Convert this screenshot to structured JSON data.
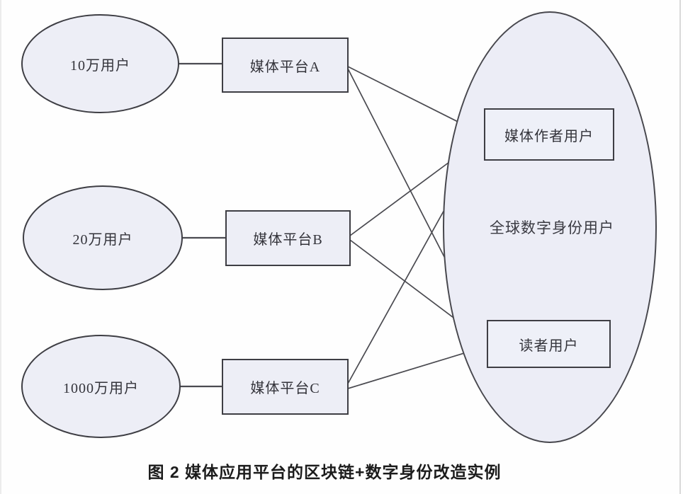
{
  "figure": {
    "caption": "图 2  媒体应用平台的区块链+数字身份改造实例"
  },
  "colors": {
    "shape_fill": "#ecedf6",
    "shape_border": "#3e3e44",
    "connector_line": "#4a4a50",
    "text": "#33333a",
    "background": "#fefefe"
  },
  "nodes": {
    "user_groups": [
      {
        "id": "users-a",
        "label": "10万用户"
      },
      {
        "id": "users-b",
        "label": "20万用户"
      },
      {
        "id": "users-c",
        "label": "1000万用户"
      }
    ],
    "platforms": [
      {
        "id": "platform-a",
        "label": "媒体平台A"
      },
      {
        "id": "platform-b",
        "label": "媒体平台B"
      },
      {
        "id": "platform-c",
        "label": "媒体平台C"
      }
    ],
    "identity_pool": {
      "label": "全球数字身份用户",
      "members": [
        {
          "id": "author-users",
          "label": "媒体作者用户"
        },
        {
          "id": "reader-users",
          "label": "读者用户"
        }
      ]
    }
  },
  "connections": [
    {
      "from": "10万用户",
      "to": "媒体平台A"
    },
    {
      "from": "20万用户",
      "to": "媒体平台B"
    },
    {
      "from": "1000万用户",
      "to": "媒体平台C"
    },
    {
      "from": "媒体平台A",
      "to": "媒体作者用户"
    },
    {
      "from": "媒体平台A",
      "to": "读者用户"
    },
    {
      "from": "媒体平台B",
      "to": "媒体作者用户"
    },
    {
      "from": "媒体平台B",
      "to": "读者用户"
    },
    {
      "from": "媒体平台C",
      "to": "媒体作者用户"
    },
    {
      "from": "媒体平台C",
      "to": "读者用户"
    }
  ]
}
